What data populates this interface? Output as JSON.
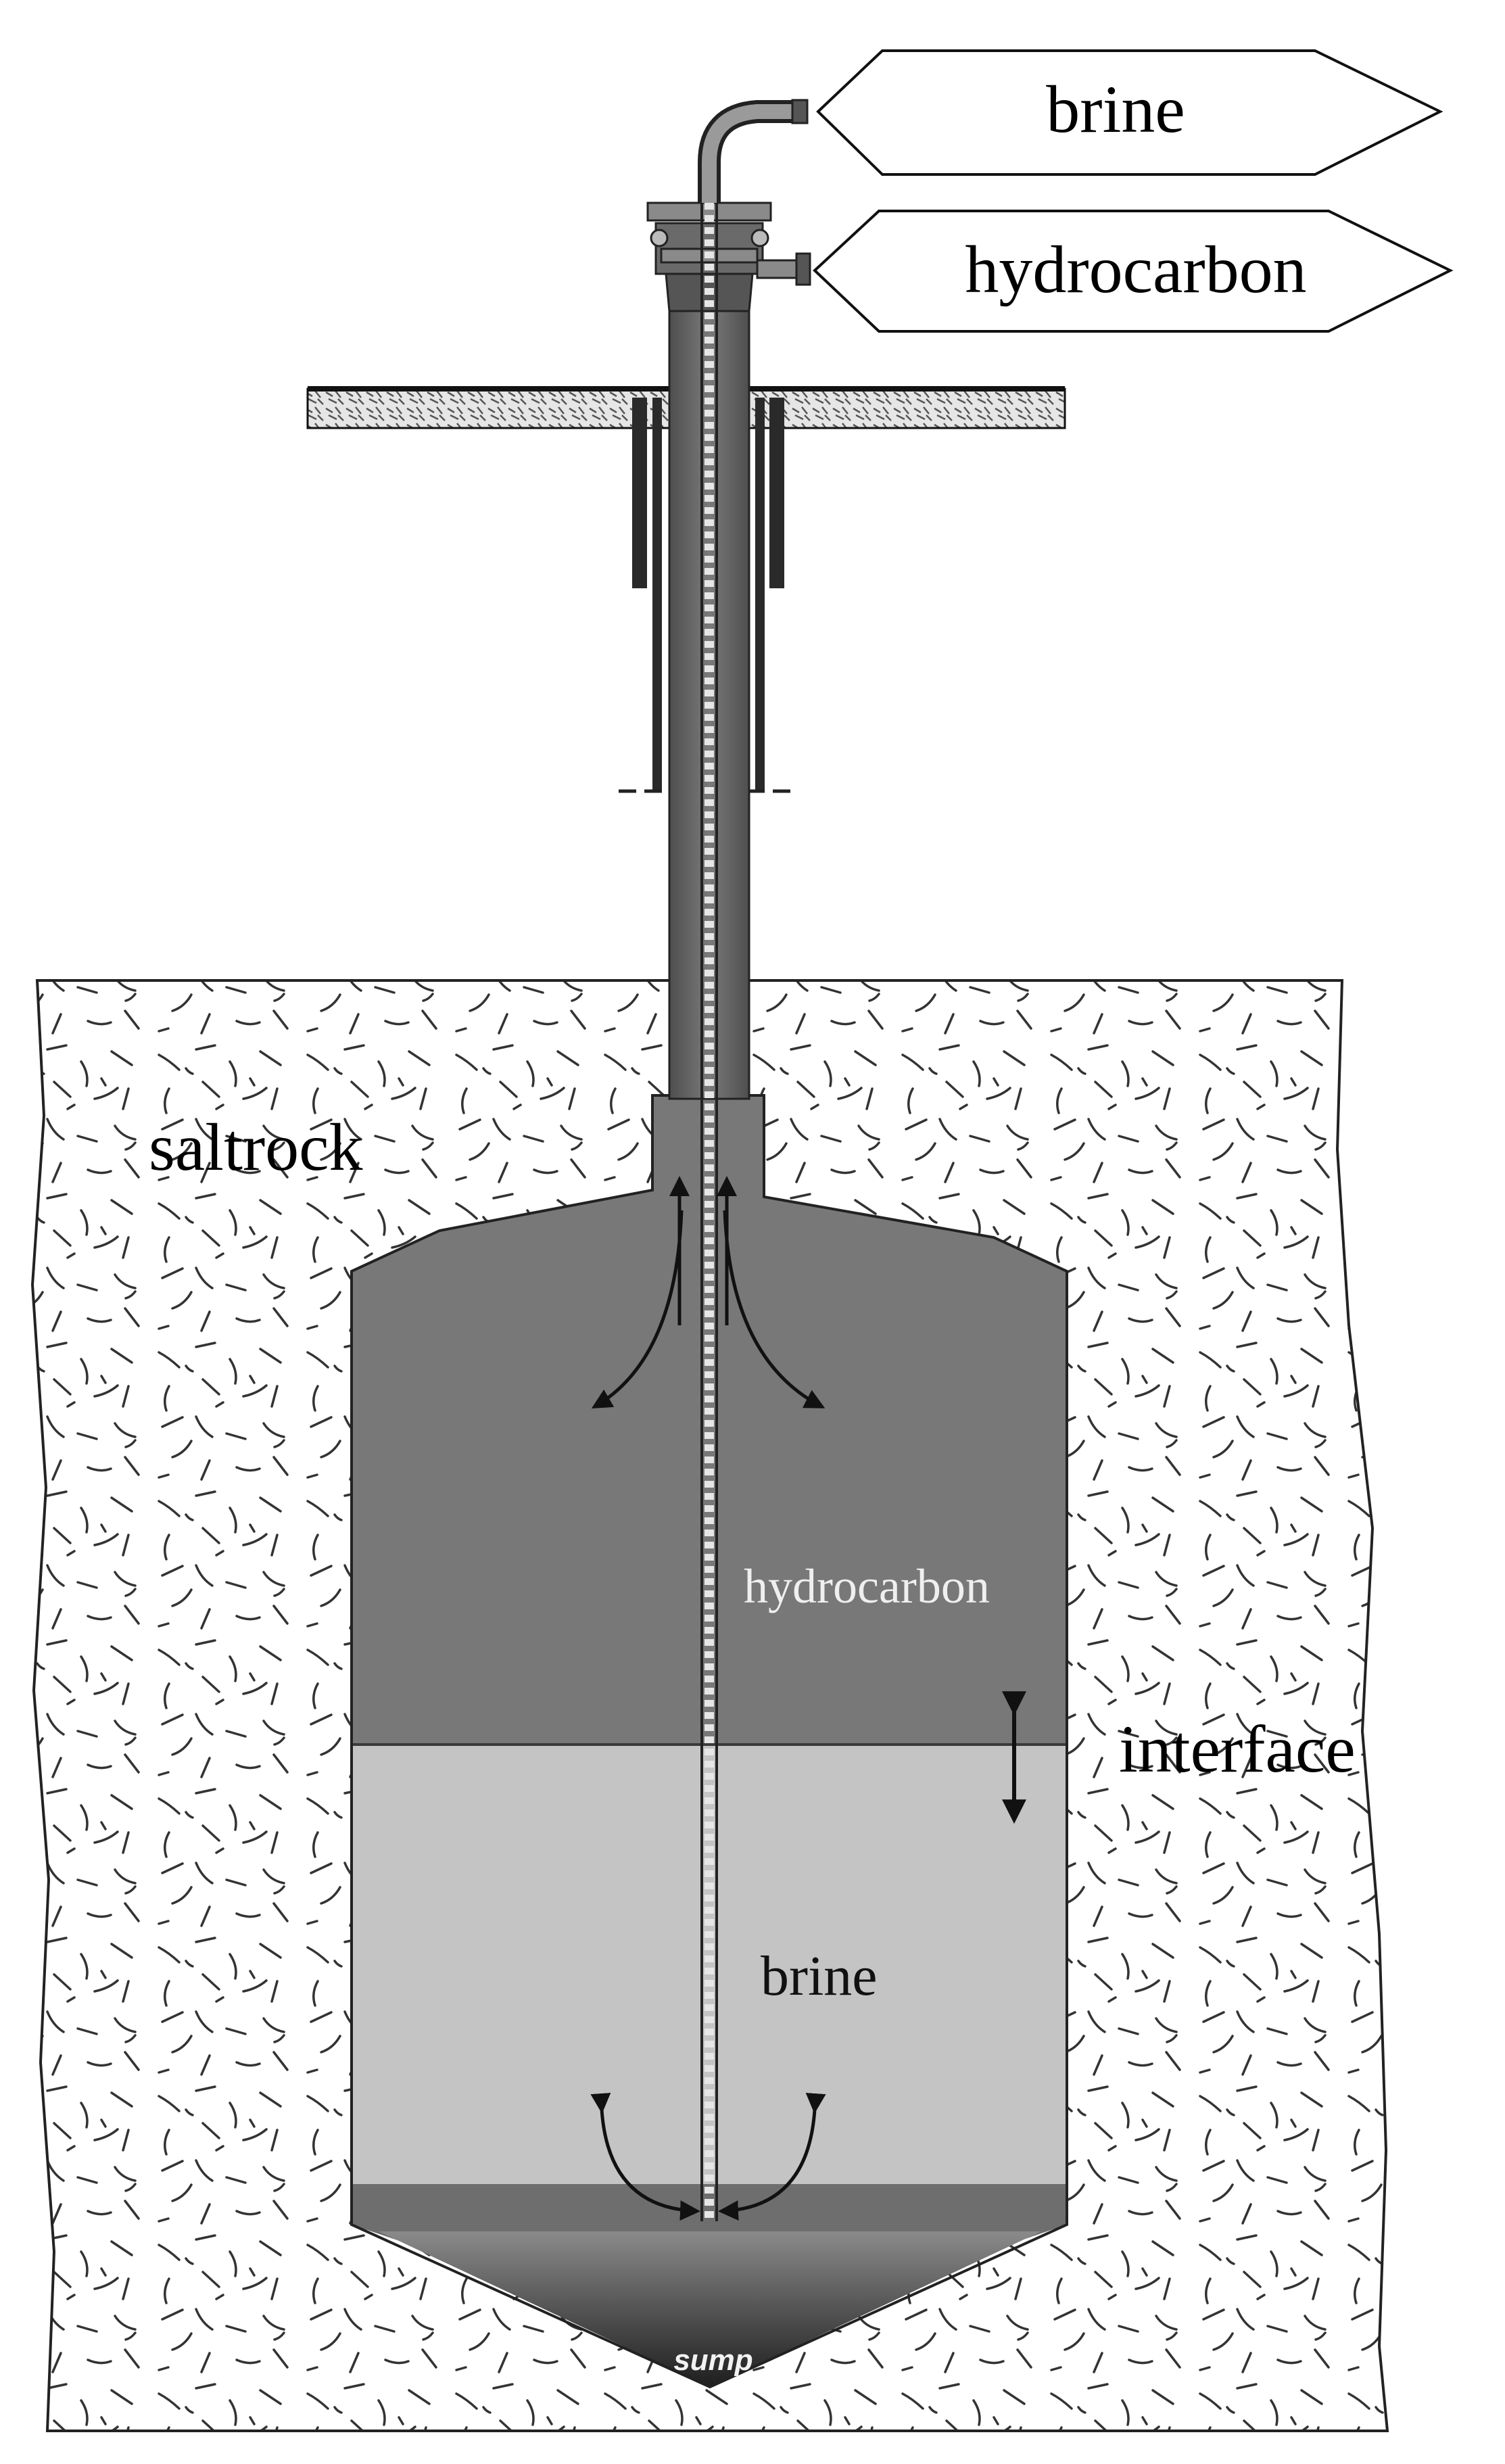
{
  "labels": {
    "outlet_brine": "brine",
    "outlet_hydrocarbon": "hydrocarbon",
    "saltrock": "saltrock",
    "cavern_hydrocarbon": "hydrocarbon",
    "interface": "interface",
    "cavern_brine": "brine",
    "sump": "sump"
  },
  "colors": {
    "hydrocarbon": "#787878",
    "brine": "#c4c4c4",
    "sump_band": "#6e6e6e",
    "sump_tip": "#2a2a2a",
    "rock": "#ffffff",
    "outline": "#222222"
  }
}
